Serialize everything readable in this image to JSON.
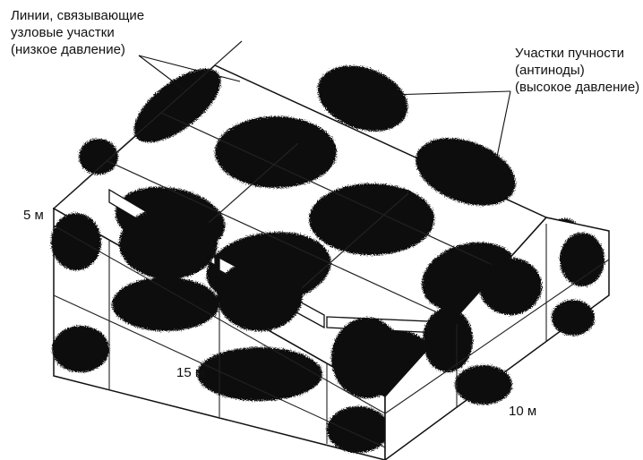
{
  "labels": {
    "nodal_lines": [
      "Линии, связывающие",
      "узловые участки",
      "(низкое давление)"
    ],
    "antinodes": [
      "Участки пучности",
      "(антиноды)",
      "(высокое давление)"
    ],
    "height": "5 м",
    "length": "15 м",
    "width": "10 м"
  },
  "colors": {
    "ink": "#111111",
    "paper": "#ffffff"
  }
}
